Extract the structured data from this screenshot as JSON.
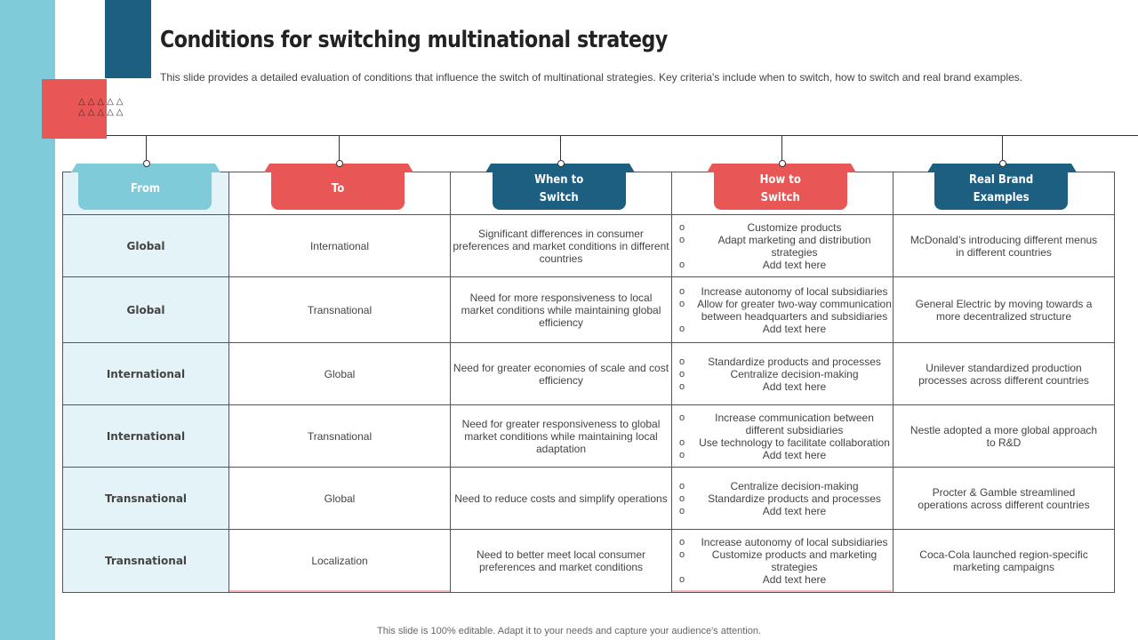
{
  "title": "Conditions for switching multinational strategy",
  "subtitle": "This slide provides a detailed evaluation of conditions that influence the switch of multinational strategies. Key criteria's include when to switch, how to  switch and real brand examples.",
  "decor_triangles": "△△△△△\n△△△△△",
  "colors": {
    "teal": "#7fcbd9",
    "navy": "#1d5f80",
    "red": "#e85656"
  },
  "headers": [
    {
      "label": "From",
      "color": "teal"
    },
    {
      "label": "To",
      "color": "red"
    },
    {
      "label": "When to\nSwitch",
      "color": "navy"
    },
    {
      "label": "How to\nSwitch",
      "color": "red"
    },
    {
      "label": "Real Brand\nExamples",
      "color": "navy"
    }
  ],
  "rows": [
    {
      "from": "Global",
      "to": "International",
      "when": "Significant differences in consumer preferences and market conditions in different countries",
      "how": [
        "Customize products",
        "Adapt marketing and distribution strategies",
        "Add text here"
      ],
      "example": "McDonald’s introducing different menus in different countries"
    },
    {
      "from": "Global",
      "to": "Transnational",
      "when": "Need for more responsiveness to local market conditions while maintaining global efficiency",
      "how": [
        "Increase autonomy of local subsidiaries",
        "Allow for greater two-way communication between headquarters and subsidiaries",
        "Add text here"
      ],
      "example": "General Electric by moving towards a more decentralized structure"
    },
    {
      "from": "International",
      "to": "Global",
      "when": "Need for greater economies of scale and cost efficiency",
      "how": [
        "Standardize products and processes",
        "Centralize decision-making",
        "Add text here"
      ],
      "example": "Unilever standardized production processes across different countries"
    },
    {
      "from": "International",
      "to": "Transnational",
      "when": "Need for greater responsiveness to global market conditions while maintaining local adaptation",
      "how": [
        "Increase communication between different subsidiaries",
        "Use technology to facilitate collaboration",
        "Add text here"
      ],
      "example": "Nestle adopted a more global approach to R&D"
    },
    {
      "from": "Transnational",
      "to": "Global",
      "when": "Need to reduce costs and simplify operations",
      "how": [
        "Centralize decision-making",
        "Standardize products and processes",
        "Add text here"
      ],
      "example": "Procter & Gamble streamlined operations across different countries"
    },
    {
      "from": "Transnational",
      "to": "Localization",
      "when": "Need to better meet local consumer preferences and market conditions",
      "how": [
        "Increase autonomy of local subsidiaries",
        "Customize products and marketing strategies",
        "Add text here"
      ],
      "example": "Coca-Cola launched region-specific marketing campaigns"
    }
  ],
  "footer": "This slide is 100% editable. Adapt it to your needs and capture your audience's attention."
}
